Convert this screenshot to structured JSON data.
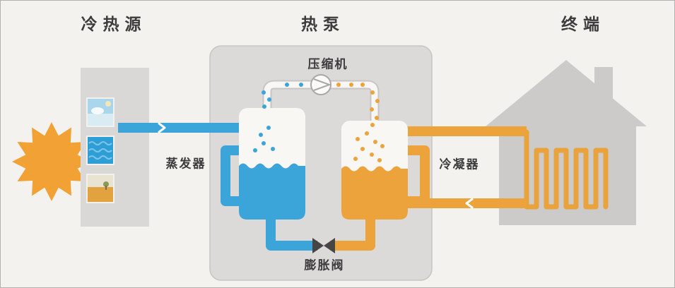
{
  "diagram": {
    "titles": {
      "source": "冷热源",
      "pump": "热泵",
      "terminal": "终端"
    },
    "components": {
      "compressor": "压缩机",
      "evaporator": "蒸发器",
      "condenser": "冷凝器",
      "expansion_valve": "膨胀阀"
    },
    "colors": {
      "cold_loop": "#3ba4d8",
      "hot_loop": "#eda33c",
      "sun": "#f2a235",
      "panel": "#d9d8d6",
      "pump_box": "#dbdad8",
      "house": "#cccbc9",
      "background": "#f3f2ef",
      "text": "#3c3c3c"
    }
  }
}
